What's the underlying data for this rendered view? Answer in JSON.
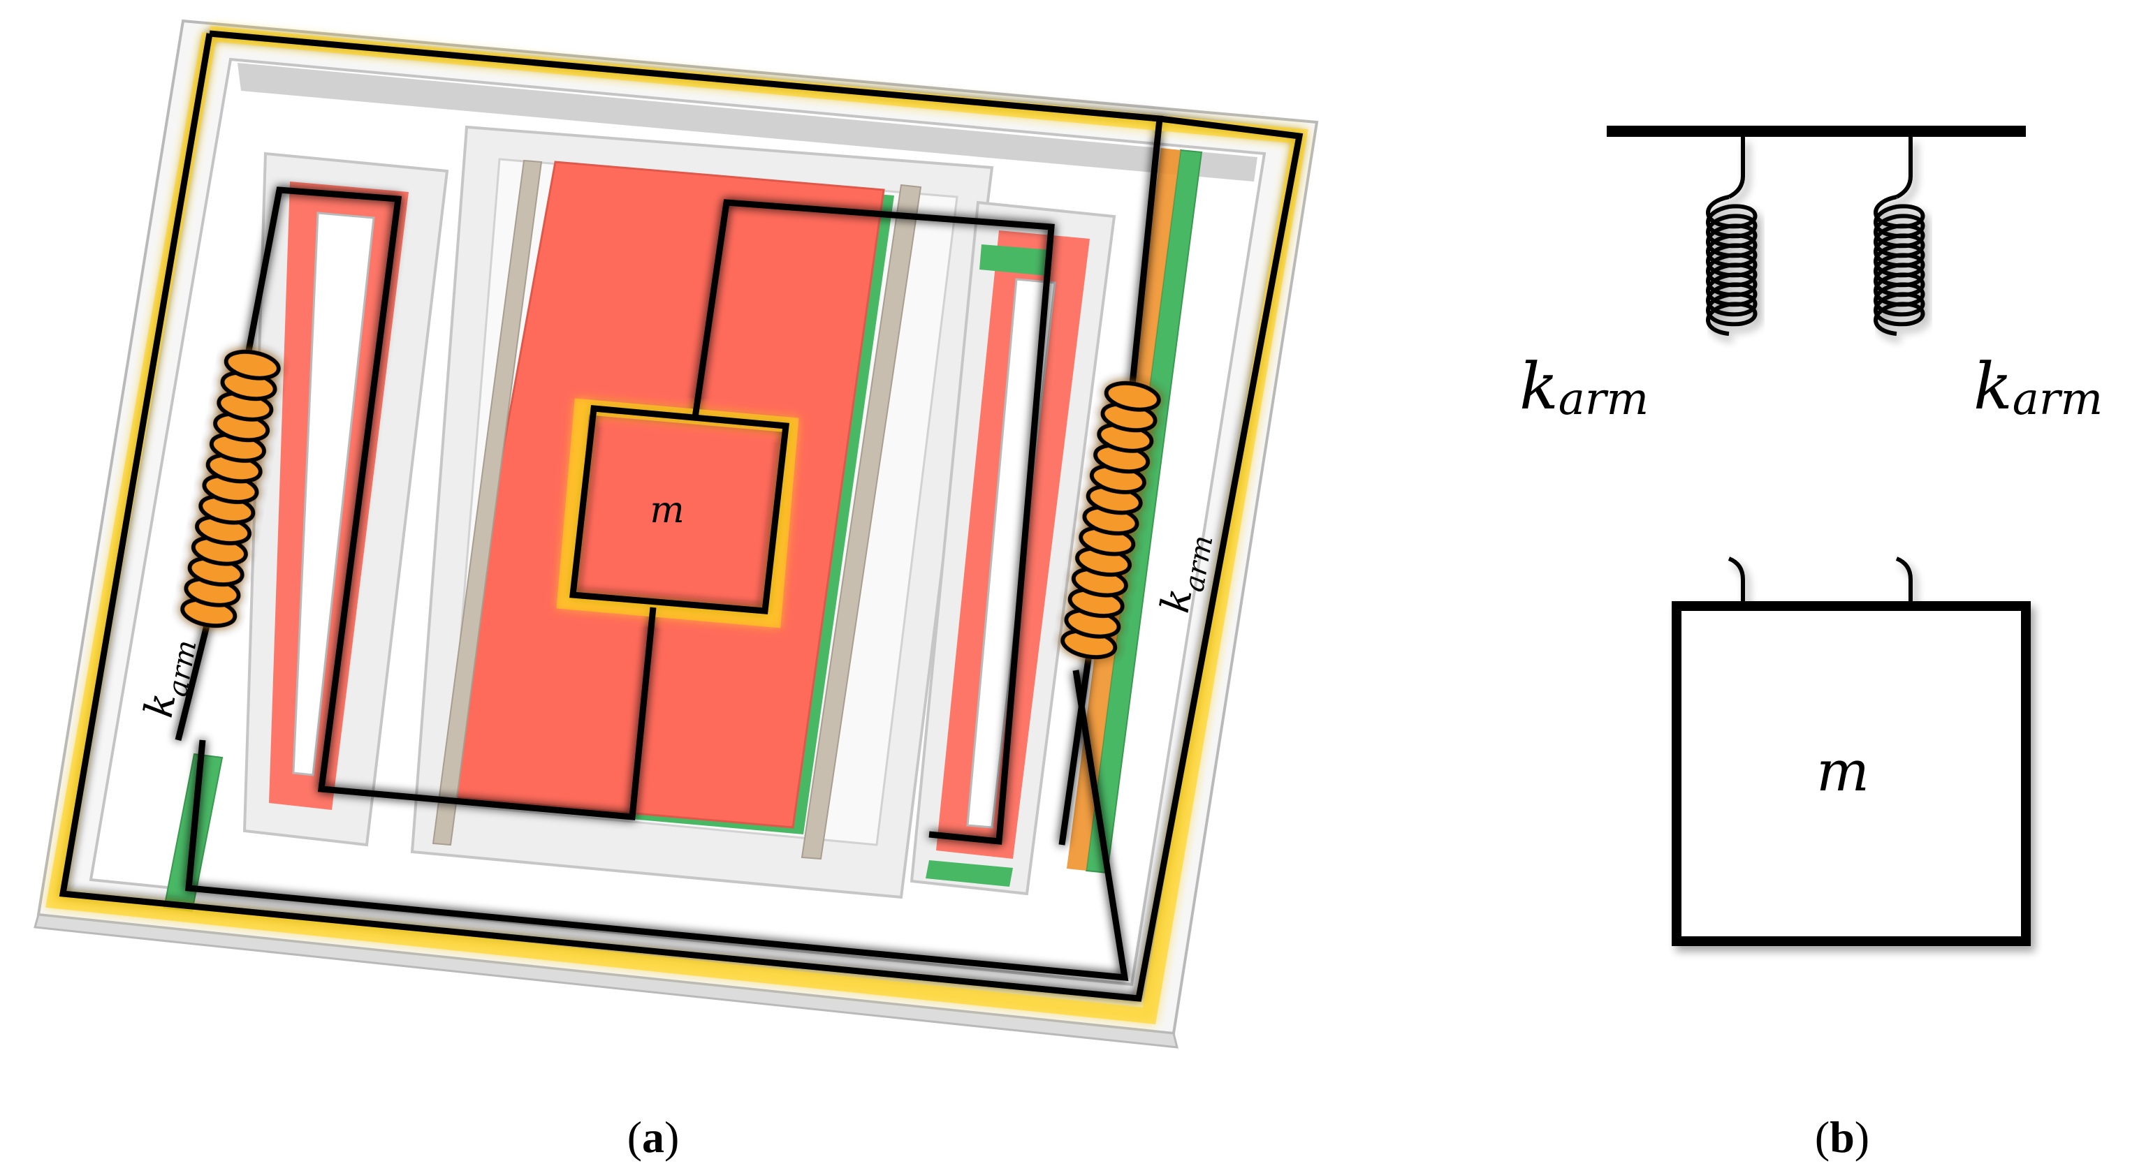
{
  "panel_a": {
    "caption_open": "(",
    "caption_letter": "a",
    "caption_close": ")",
    "mass_label": "m",
    "spring_left_label_k": "k",
    "spring_left_label_sub": "arm",
    "spring_right_label_k": "k",
    "spring_right_label_sub": "arm",
    "colors": {
      "proof_mass": "#ff6b5b",
      "arm_green": "#3fb35c",
      "frame": "#f3f3f3",
      "glow": "#ffd21f",
      "spring_fill": "#f59a2a"
    }
  },
  "panel_b": {
    "caption_open": "(",
    "caption_letter": "b",
    "caption_close": ")",
    "mass_label": "m",
    "spring_left_label_k": "k",
    "spring_left_label_sub": "arm",
    "spring_right_label_k": "k",
    "spring_right_label_sub": "arm"
  }
}
